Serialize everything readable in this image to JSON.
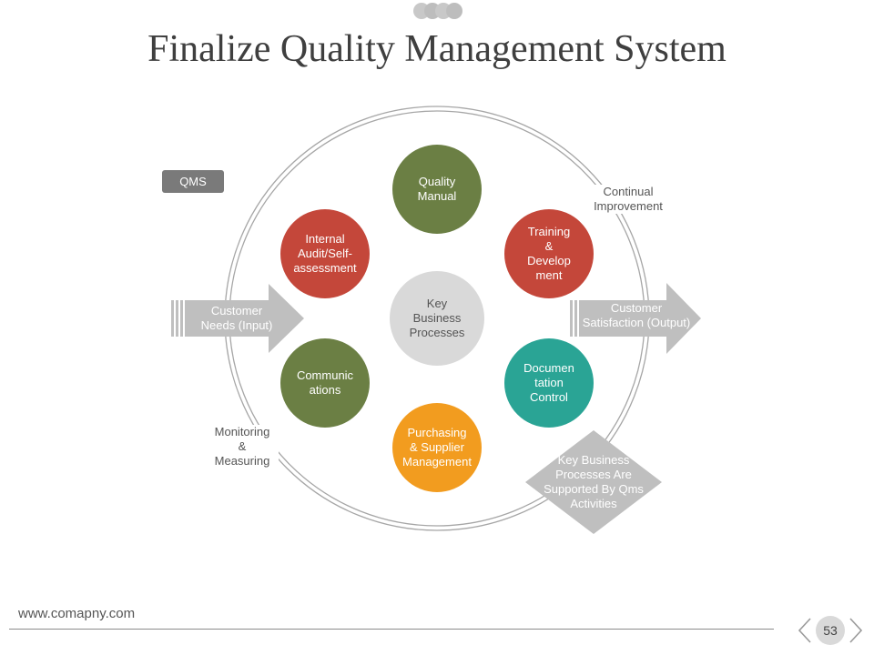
{
  "slide": {
    "title": "Finalize Quality Management System",
    "qms_tag": "QMS",
    "footer_url": "www.comapny.com",
    "page_number": "53"
  },
  "diagram": {
    "center": {
      "label": "Key\nBusiness\nProcesses",
      "color": "#d9d9d9",
      "text_color": "#555555"
    },
    "nodes": [
      {
        "key": "quality-manual",
        "label": "Quality\nManual",
        "color": "#6b7f44"
      },
      {
        "key": "training-development",
        "label": "Training\n&\nDevelop\nment",
        "color": "#c4473a"
      },
      {
        "key": "documentation-control",
        "label": "Documen\ntation\nControl",
        "color": "#2aa495"
      },
      {
        "key": "purchasing-supplier",
        "label": "Purchasing\n& Supplier\nManagement",
        "color": "#f29c1f"
      },
      {
        "key": "communications",
        "label": "Communic\nations",
        "color": "#6b7f44"
      },
      {
        "key": "internal-audit",
        "label": "Internal\nAudit/Self-\nassessment",
        "color": "#c4473a"
      }
    ],
    "input_arrow": {
      "label": "Customer\nNeeds (Input)",
      "color": "#bfbfbf"
    },
    "output_arrow": {
      "label": "Customer\nSatisfaction (Output)",
      "color": "#bfbfbf"
    },
    "continual_improvement": "Continual\nImprovement",
    "monitoring": "Monitoring\n&\nMeasuring",
    "diamond": {
      "label": "Key Business\nProcesses Are\nSupported By Qms\nActivities",
      "color": "#bfbfbf"
    },
    "ring_color": "#a6a6a6"
  }
}
